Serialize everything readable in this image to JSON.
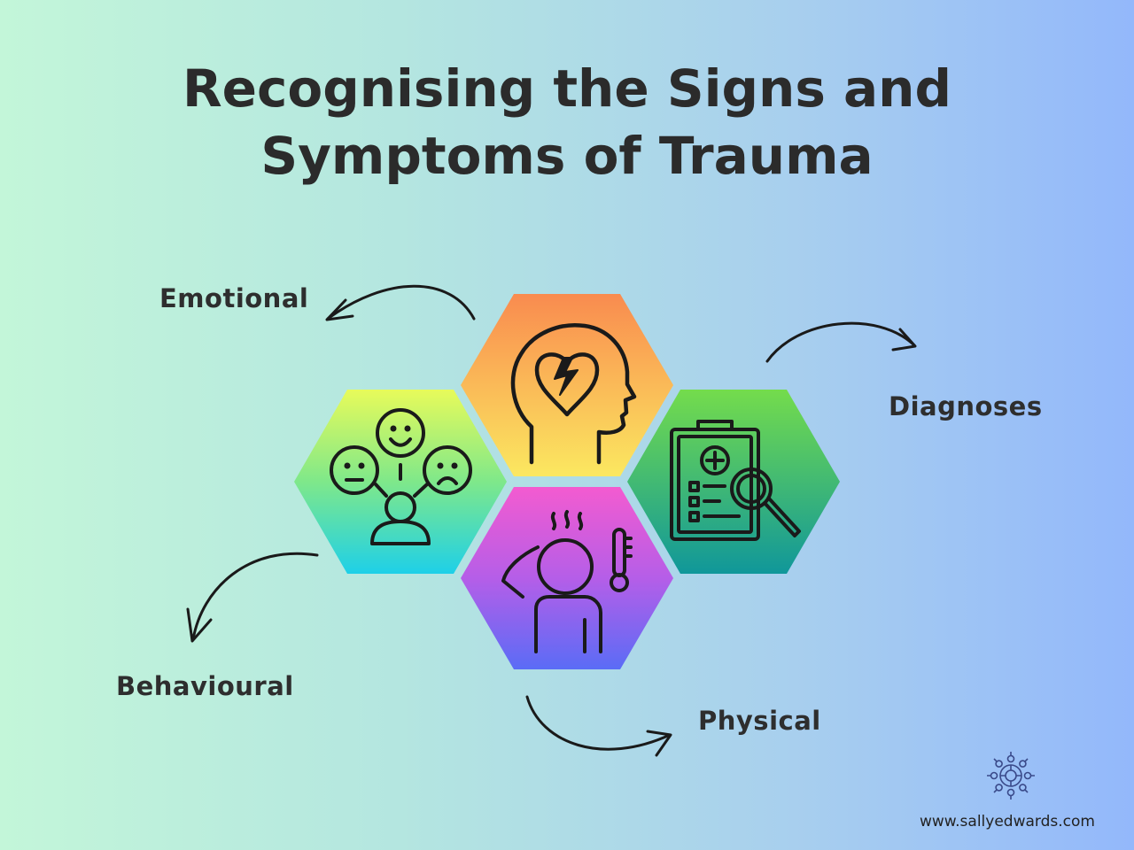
{
  "title": {
    "line1": "Recognising the Signs and",
    "line2": "Symptoms of Trauma"
  },
  "categories": {
    "emotional": "Emotional",
    "diagnoses": "Diagnoses",
    "behavioural": "Behavioural",
    "physical": "Physical"
  },
  "hexagons": [
    {
      "topic": "emotional",
      "icon": "head-heart-lightning-icon",
      "gradient": [
        "#f98b4f",
        "#fbe860"
      ]
    },
    {
      "topic": "behavioural",
      "icon": "person-moods-icon",
      "gradient": [
        "#e8fb5a",
        "#1ed0e8"
      ]
    },
    {
      "topic": "diagnoses",
      "icon": "clipboard-magnifier-icon",
      "gradient": [
        "#74dc4c",
        "#10979a"
      ]
    },
    {
      "topic": "physical",
      "icon": "sick-person-thermometer-icon",
      "gradient": [
        "#f35bd0",
        "#5a6cf6"
      ]
    }
  ],
  "footer": {
    "website": "www.sallyedwards.com"
  }
}
